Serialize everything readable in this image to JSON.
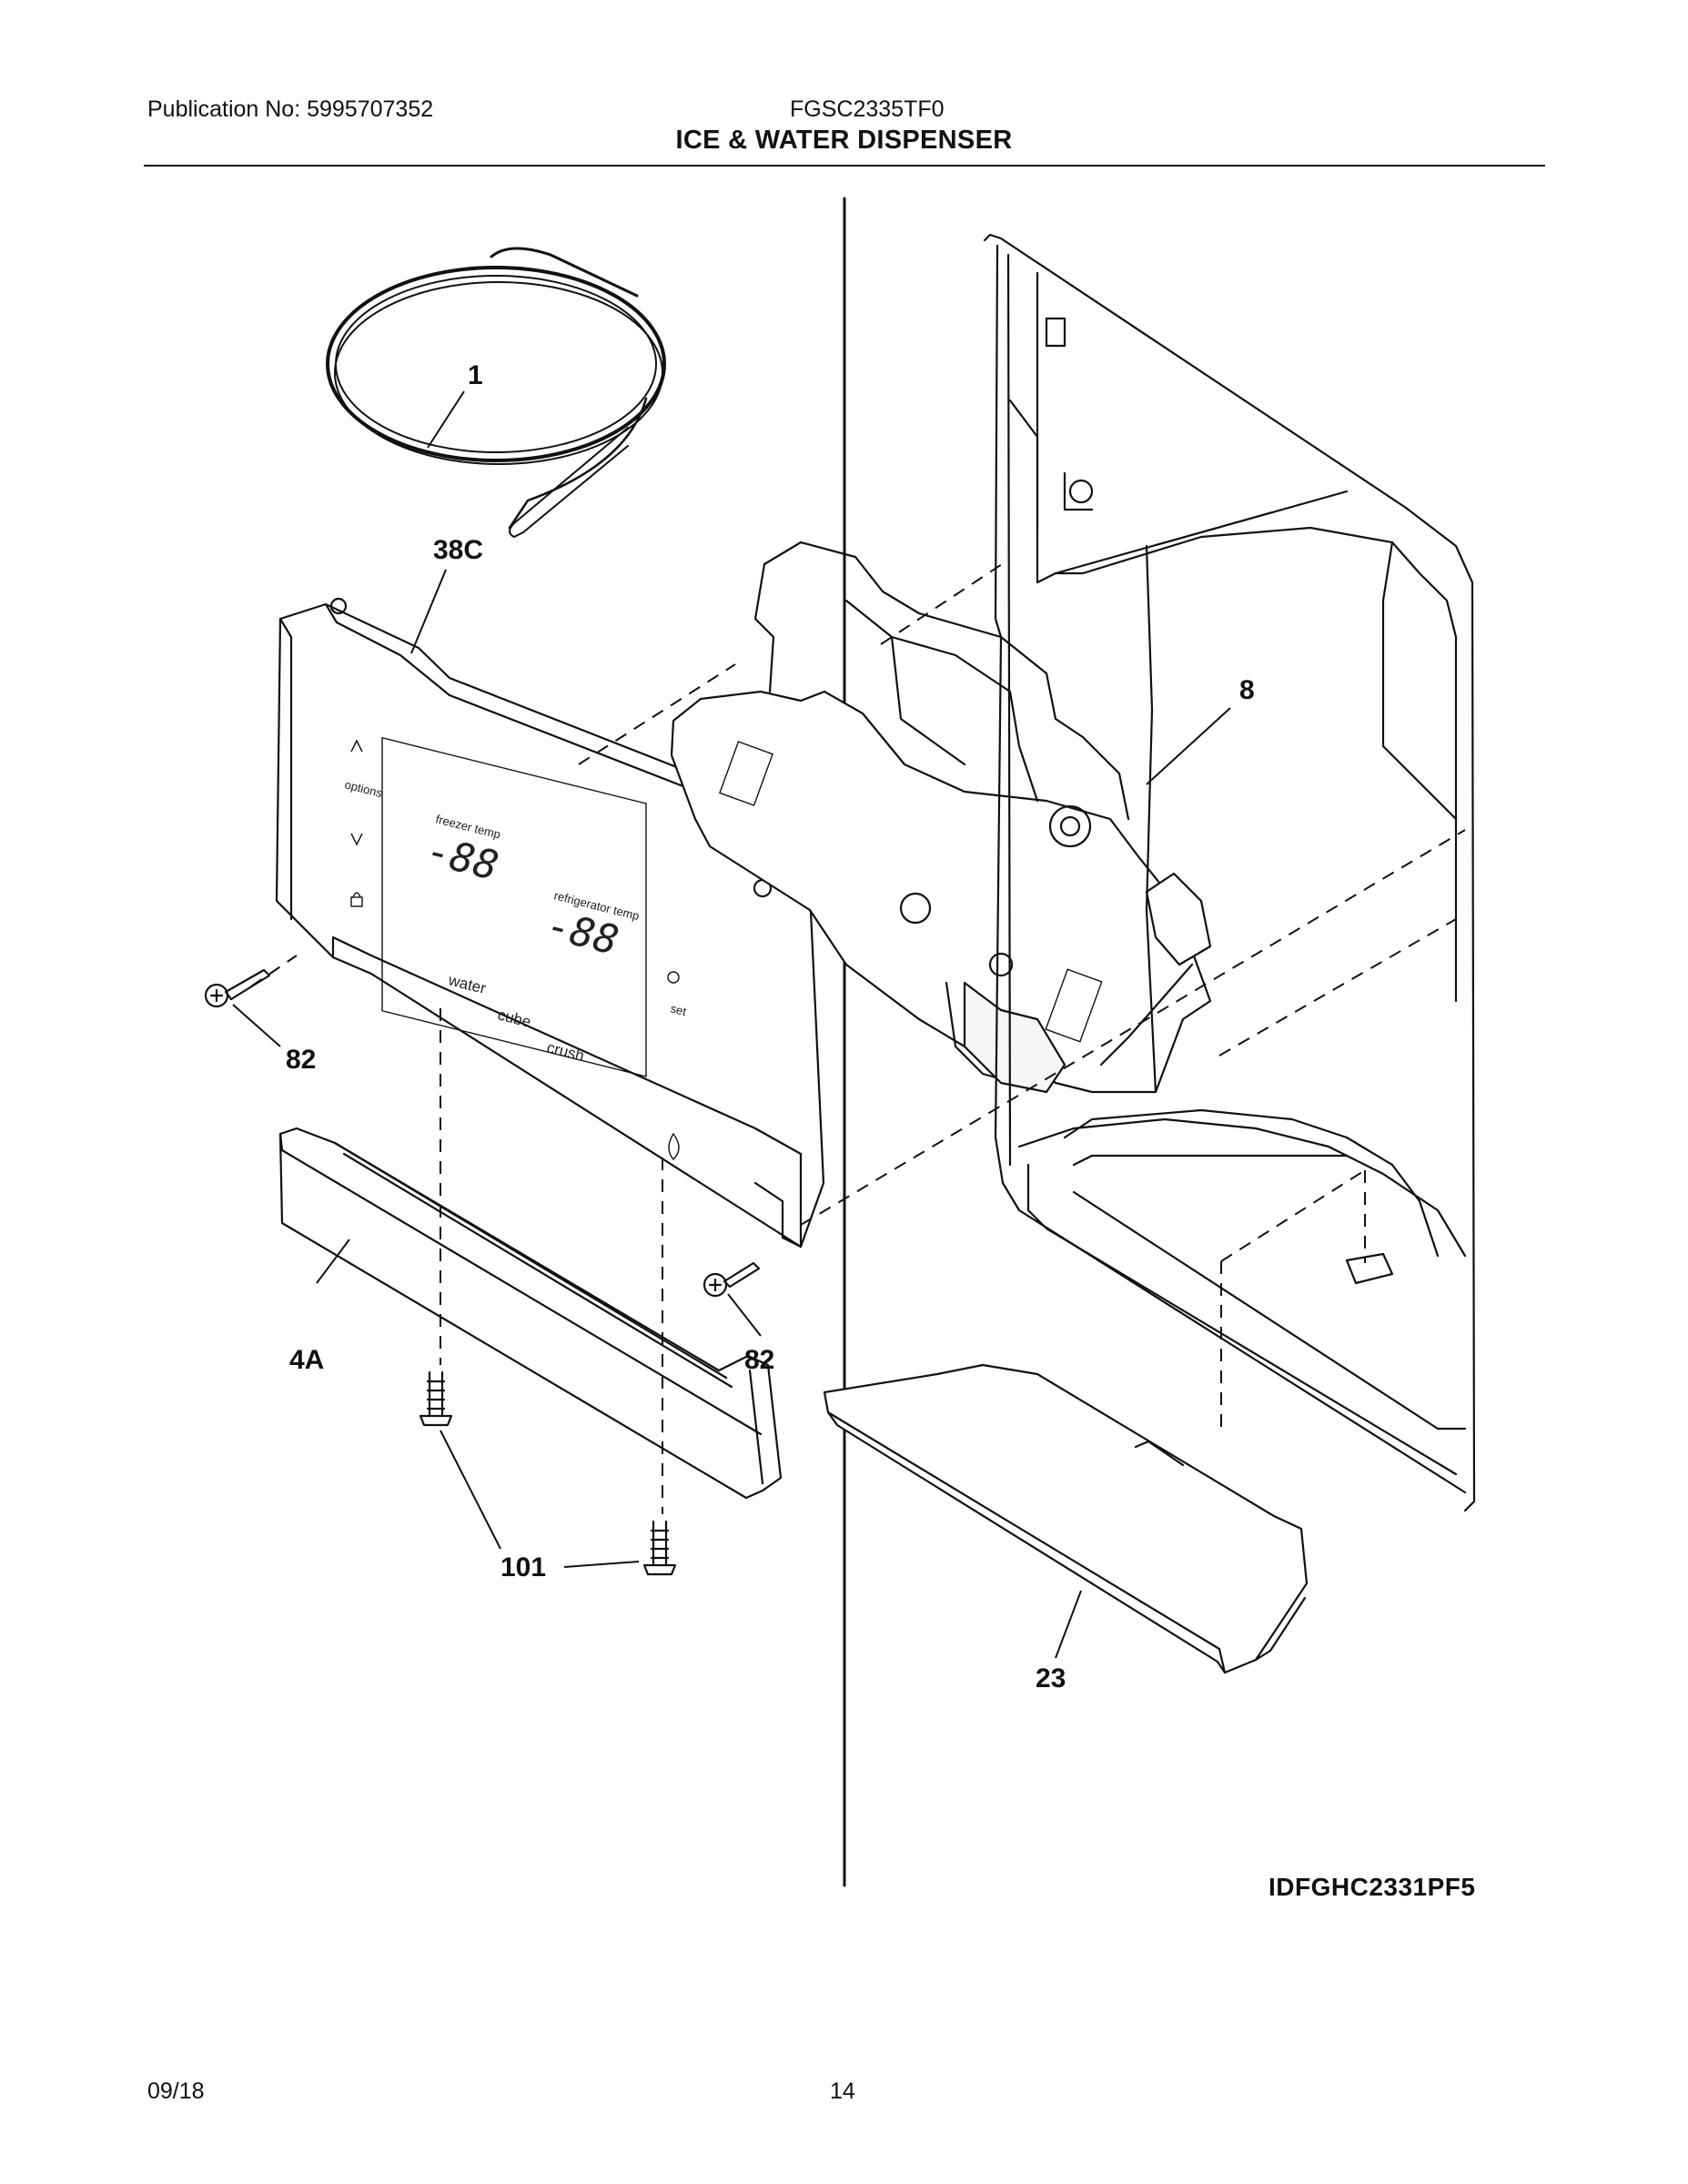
{
  "header": {
    "publication": "Publication No: 5995707352",
    "model": "FGSC2335TF0",
    "title": "ICE & WATER DISPENSER"
  },
  "callouts": {
    "tubing": "1",
    "control_panel": "38C",
    "actuator": "8",
    "screw_left": "82",
    "screw_right": "82",
    "trim": "4A",
    "trim_screws": "101",
    "drip_tray": "23"
  },
  "panel_text": {
    "freezer_temp": "freezer temp",
    "freezer_reading": "-88",
    "refrigerator_temp": "refrigerator temp",
    "refrigerator_reading": "-88",
    "options": "options",
    "water": "water",
    "cube": "cube",
    "crush": "crush",
    "set": "set"
  },
  "diagram_code": "IDFGHC2331PF5",
  "footer": {
    "date": "09/18",
    "page": "14"
  }
}
